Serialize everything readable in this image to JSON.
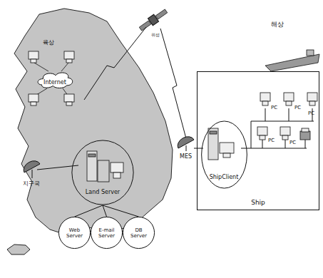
{
  "diagram": {
    "nodes": [
      {
        "text": [
          "Internet"
        ]
      },
      {
        "text": [
          "Land Server"
        ]
      },
      {
        "text": [
          "Web Server"
        ]
      },
      {
        "text": [
          "E-mail Server"
        ]
      },
      {
        "text": [
          "DB Server"
        ]
      },
      {
        "text": [
          "Ship"
        ]
      },
      {
        "text": [
          "ShipClient"
        ],
        "in": 5
      }
    ],
    "edges": [
      {
        "from": 1,
        "to": 2,
        "arrow": "none"
      },
      {
        "from": 1,
        "to": 3,
        "arrow": "none"
      },
      {
        "from": 1,
        "to": 4,
        "arrow": "none"
      }
    ],
    "labels": [
      "육상",
      "위성",
      "해상",
      "지구국",
      "MES",
      "PC",
      "PC",
      "PC",
      "PC",
      "PC"
    ]
  }
}
